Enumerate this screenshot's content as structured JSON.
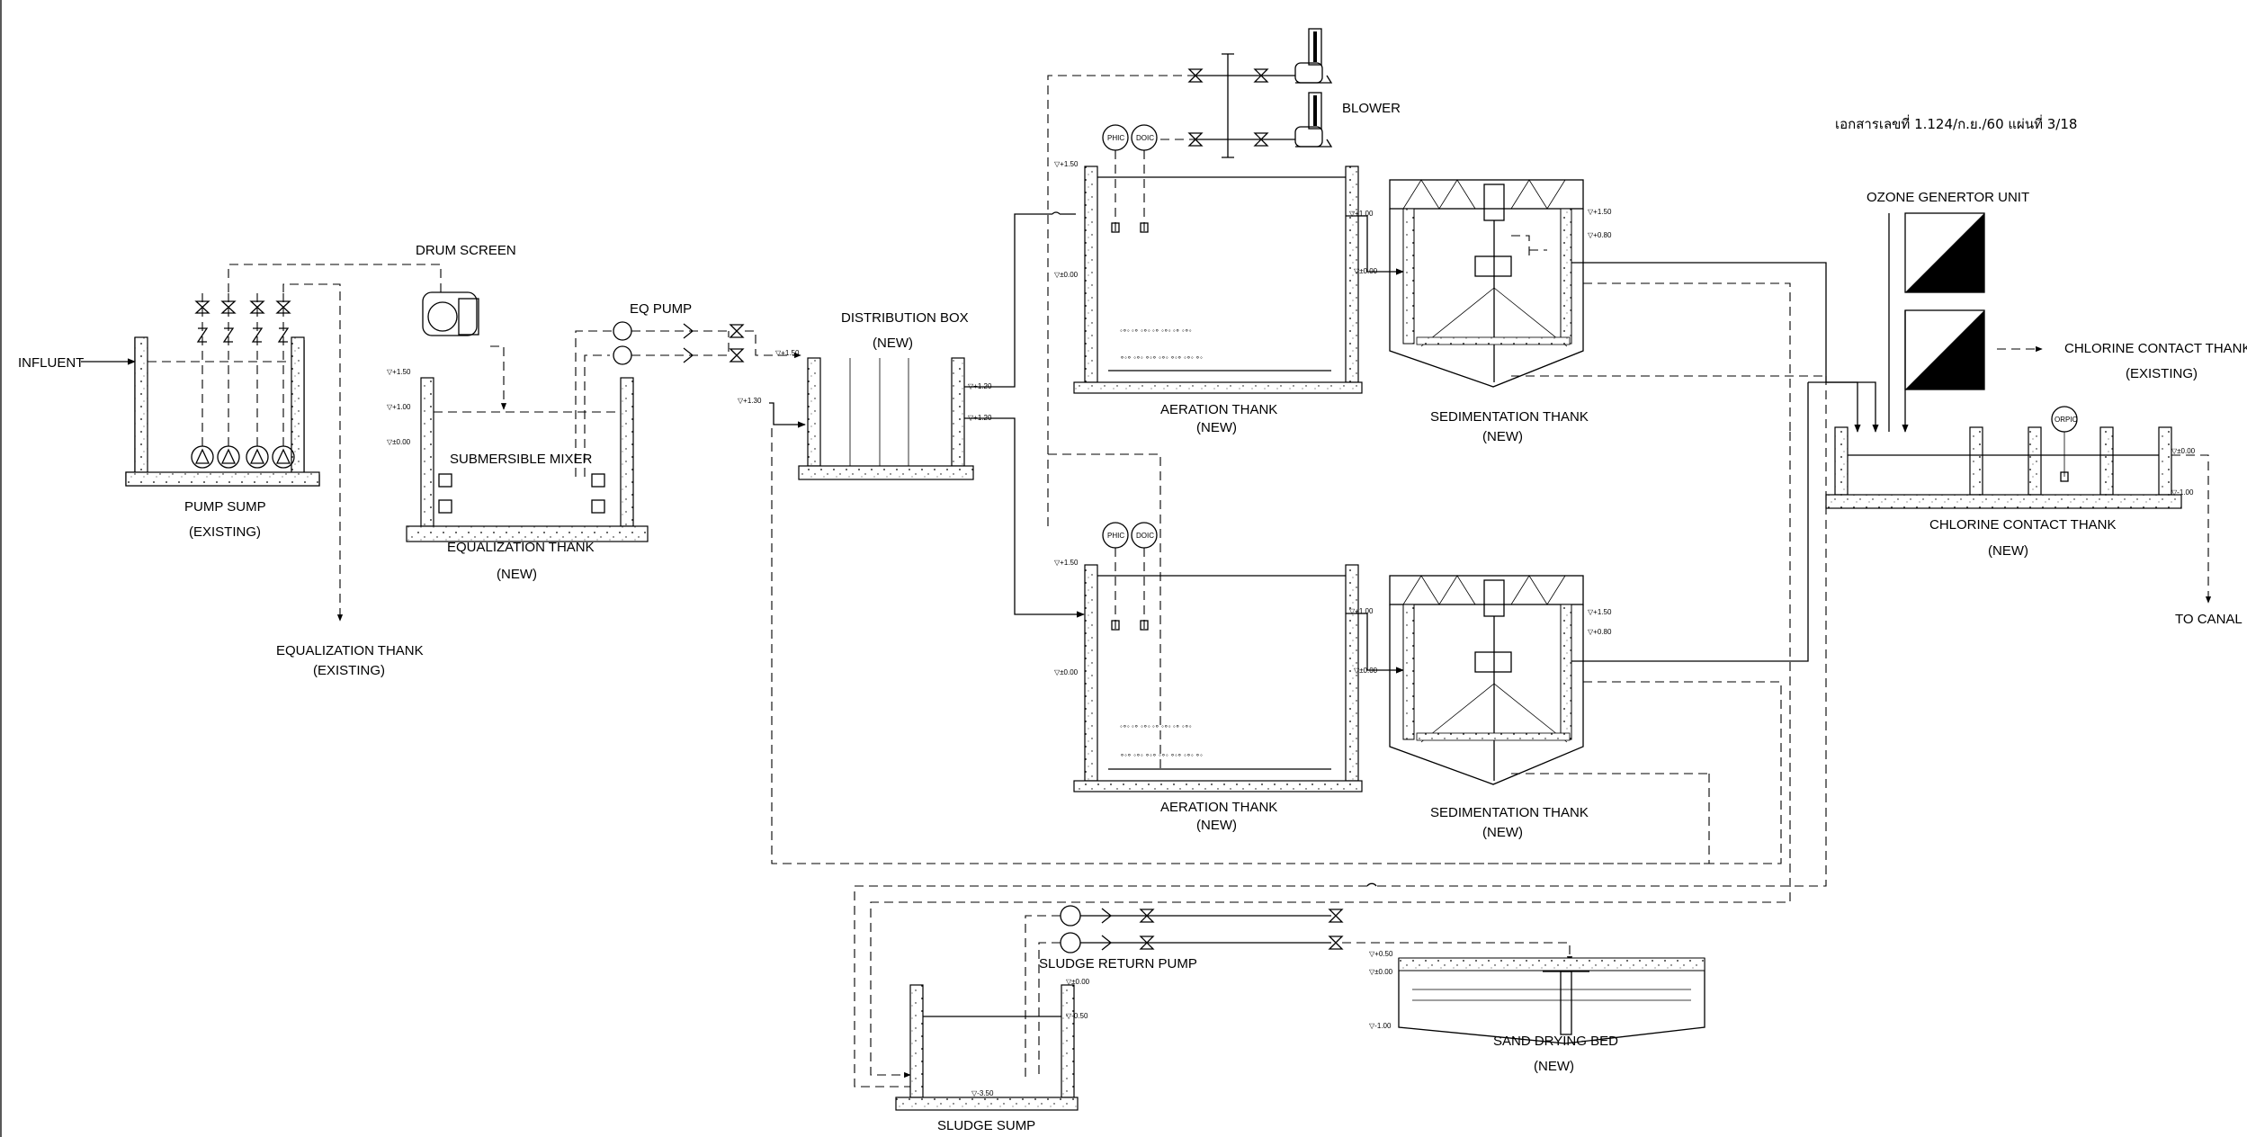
{
  "document_ref": "เอกสารเลขที่ 1.124/ก.ย./60 แผ่นที่ 3/18",
  "labels": {
    "influent": "INFLUENT",
    "drum_screen": "DRUM SCREEN",
    "pump_sump": "PUMP SUMP",
    "pump_sump_status": "(EXISTING)",
    "submersible_mixer": "SUBMERSIBLE MIXER",
    "equalization_new": "EQUALIZATION THANK",
    "equalization_new_status": "(NEW)",
    "equalization_existing": "EQUALIZATION THANK",
    "equalization_existing_status": "(EXISTING)",
    "eq_pump": "EQ PUMP",
    "distribution_box": "DISTRIBUTION BOX",
    "distribution_box_status": "(NEW)",
    "blower": "BLOWER",
    "aeration_1": "AERATION THANK",
    "aeration_1_status": "(NEW)",
    "aeration_2": "AERATION THANK",
    "aeration_2_status": "(NEW)",
    "sedimentation_1": "SEDIMENTATION THANK",
    "sedimentation_1_status": "(NEW)",
    "sedimentation_2": "SEDIMENTATION THANK",
    "sedimentation_2_status": "(NEW)",
    "ozone_unit": "OZONE GENERTOR UNIT",
    "chlorine_out": "CHLORINE CONTACT THANK",
    "chlorine_out_status": "(EXISTING)",
    "chlorine_tank": "CHLORINE CONTACT THANK",
    "chlorine_tank_status": "(NEW)",
    "to_canal": "TO CANAL",
    "sludge_return_pump": "SLUDGE RETURN PUMP",
    "sludge_sump": "SLUDGE SUMP",
    "sand_drying_bed": "SAND DRYING BED",
    "sand_drying_bed_status": "(NEW)"
  },
  "instruments": {
    "phic": "PHIC",
    "doic": "DOIC",
    "orpic": "ORPIC"
  },
  "levels": {
    "p150": "▽+1.50",
    "p100": "▽+1.00",
    "p000": "▽±0.00",
    "p120": "▽+1.20",
    "p130": "▽+1.30",
    "p080": "▽+0.80",
    "p050": "▽+0.50",
    "m050": "▽-0.50",
    "m100": "▽-1.00",
    "m350": "▽-3.50"
  }
}
